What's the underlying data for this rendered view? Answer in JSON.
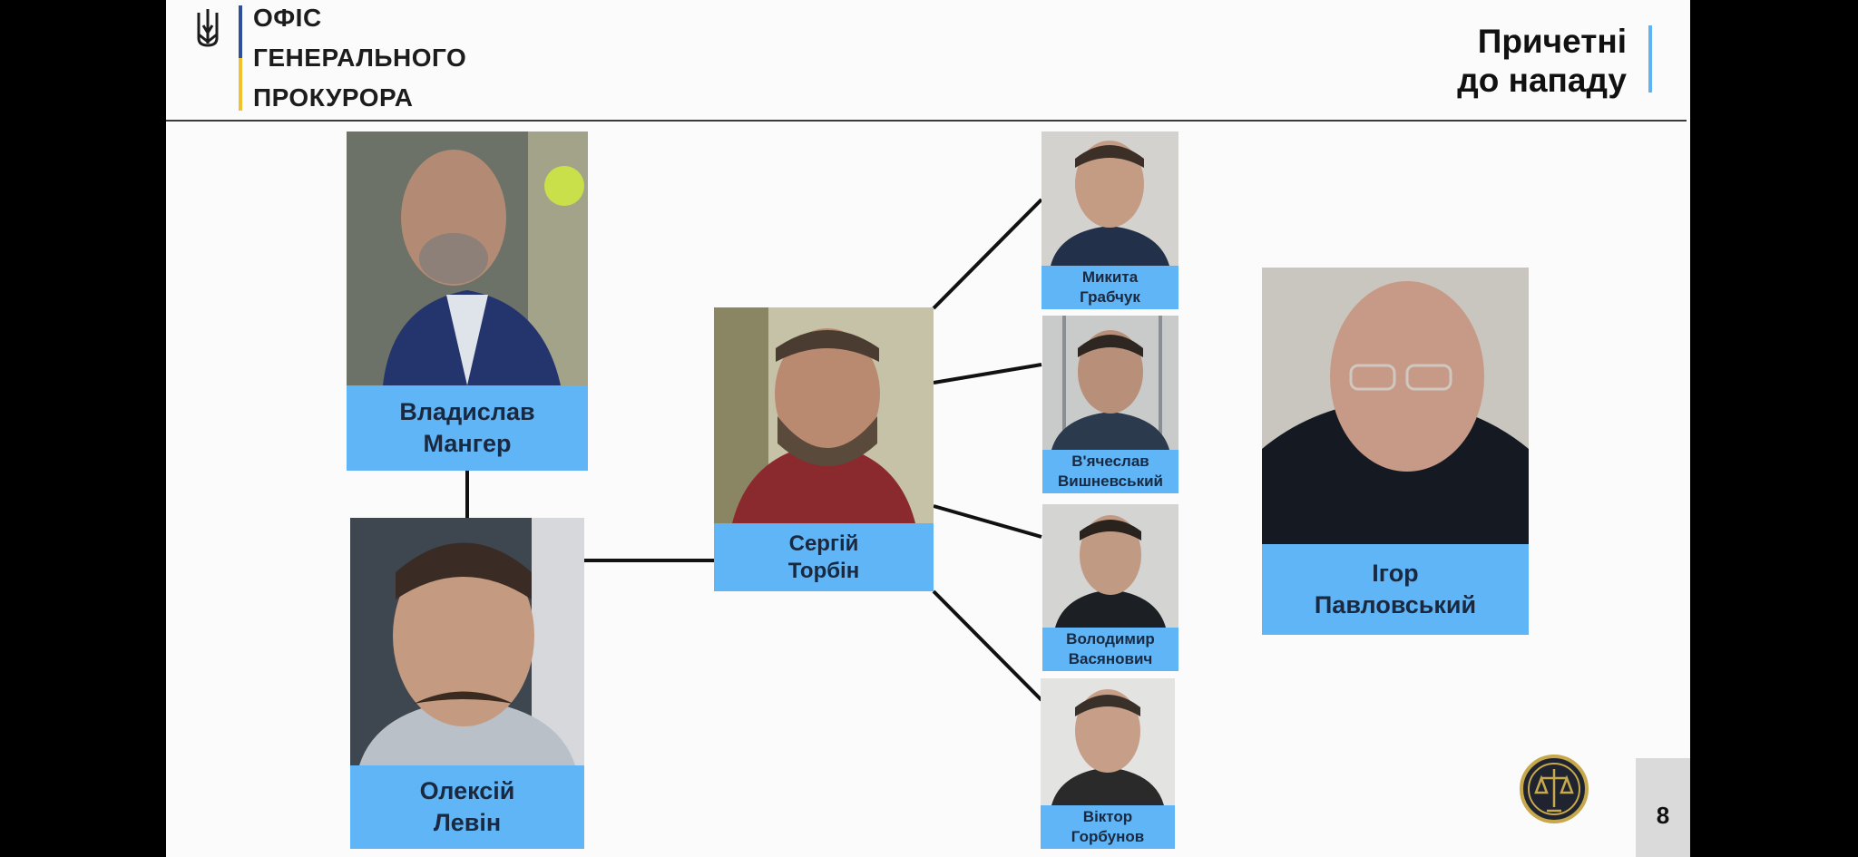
{
  "header": {
    "org_lines": [
      "ОФІС",
      "ГЕНЕРАЛЬНОГО",
      "ПРОКУРОРА"
    ],
    "title_lines": [
      "Причетні",
      "до нападу"
    ]
  },
  "people": [
    {
      "first": "Владислав",
      "last": "Мангер"
    },
    {
      "first": "Олексій",
      "last": "Левін"
    },
    {
      "first": "Сергій",
      "last": "Торбін"
    },
    {
      "first": "Микита",
      "last": "Грабчук"
    },
    {
      "first": "В'ячеслав",
      "last": "Вишневський"
    },
    {
      "first": "Володимир",
      "last": "Васянович"
    },
    {
      "first": "Віктор",
      "last": "Горбунов"
    },
    {
      "first": "Ігор",
      "last": "Павловський"
    }
  ],
  "page_number": "8",
  "colors": {
    "label_bg": "#5fb5f5",
    "accent": "#5fb3f2",
    "flag_blue": "#2f4e9c",
    "flag_yellow": "#f2c12e"
  }
}
